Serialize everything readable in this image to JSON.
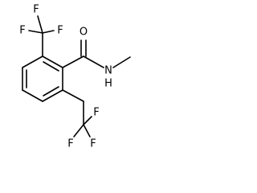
{
  "molecule": {
    "atoms": {
      "carbonyl_oxygen": "O",
      "amide_nitrogen": "N",
      "amide_hydrogen": "H",
      "top_cf3_f_left": "F",
      "top_cf3_f_top": "F",
      "top_cf3_f_right": "F",
      "bottom_cf3_f_right": "F",
      "bottom_cf3_f_bottom_right": "F",
      "bottom_cf3_f_bottom": "F"
    }
  }
}
